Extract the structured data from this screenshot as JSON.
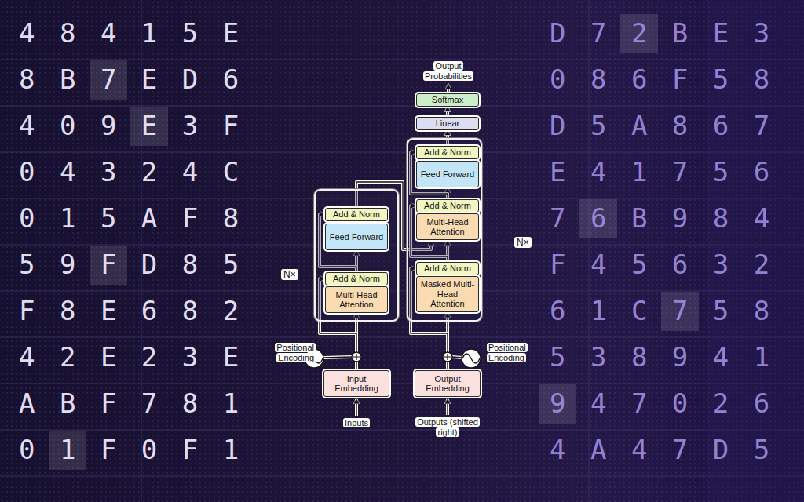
{
  "diagram": {
    "nodes": [
      {
        "text": [
          "Softmax"
        ]
      },
      {
        "text": [
          "Linear"
        ]
      },
      {
        "text": [
          "N×"
        ]
      },
      {
        "text": [
          "Add & Norm"
        ],
        "in": 2
      },
      {
        "text": [
          "Feed Forward"
        ],
        "in": 2
      },
      {
        "text": [
          "Add & Norm"
        ],
        "in": 2
      },
      {
        "text": [
          "Multi-Head Attention"
        ],
        "in": 2
      },
      {
        "text": [
          "Add & Norm"
        ],
        "in": 2
      },
      {
        "text": [
          "Masked Multi-Head Attention"
        ],
        "in": 2
      },
      {
        "text": [
          "N×"
        ]
      },
      {
        "text": [
          "Add & Norm"
        ],
        "in": 9
      },
      {
        "text": [
          "Feed Forward"
        ],
        "in": 9
      },
      {
        "text": [
          "Add & Norm"
        ],
        "in": 9
      },
      {
        "text": [
          "Multi-Head Attention"
        ],
        "in": 9
      },
      {
        "text": [
          "Input Embedding"
        ]
      },
      {
        "text": [
          "Output Embedding"
        ]
      }
    ],
    "edges": [
      {
        "from": 14,
        "to": 13,
        "arrow": "to"
      },
      {
        "from": 13,
        "to": 12,
        "arrow": "to"
      },
      {
        "from": 12,
        "to": 11,
        "arrow": "to"
      },
      {
        "from": 11,
        "to": 10,
        "arrow": "to"
      },
      {
        "from": 14,
        "to": 12,
        "arrow": "to"
      },
      {
        "from": 12,
        "to": 10,
        "arrow": "to"
      },
      {
        "from": 10,
        "to": 6,
        "arrow": "to"
      },
      {
        "from": 15,
        "to": 8,
        "arrow": "to"
      },
      {
        "from": 8,
        "to": 7,
        "arrow": "to"
      },
      {
        "from": 7,
        "to": 6,
        "arrow": "to"
      },
      {
        "from": 6,
        "to": 5,
        "arrow": "to"
      },
      {
        "from": 5,
        "to": 4,
        "arrow": "to"
      },
      {
        "from": 4,
        "to": 3,
        "arrow": "to"
      },
      {
        "from": 15,
        "to": 7,
        "arrow": "to"
      },
      {
        "from": 7,
        "to": 5,
        "arrow": "to"
      },
      {
        "from": 5,
        "to": 3,
        "arrow": "to"
      },
      {
        "from": 3,
        "to": 1,
        "arrow": "to"
      },
      {
        "from": 1,
        "to": 0,
        "arrow": "to"
      }
    ],
    "labels": [
      "4 8 4 1 5 E",
      "D 7 2 B E 3",
      "8 B 7 E D 6",
      "0 8 6 F 5 8",
      "4 0 9 E 3 F",
      "D 5 A 8 6 7",
      "0 4 3 2 4 C",
      "E 4 1 7 5 6",
      "0 1 5 A F 8",
      "7 6 B 9 8 4",
      "5 9 F D 8 5",
      "F 4 5 6 3 2",
      "F 8 E 6 8 2",
      "6 1 C 7 5 8",
      "4 2 E 2 3 E",
      "5 3 8 9 4 1",
      "A B F 7 8 1",
      "9 4 7 0 2 6",
      "0 1 F 0 F 1",
      "4 A 4 7 D 5",
      "Output Probabilities",
      "Positional Encoding",
      "Positional Encoding",
      "Inputs",
      "Outputs (shifted right)"
    ]
  }
}
